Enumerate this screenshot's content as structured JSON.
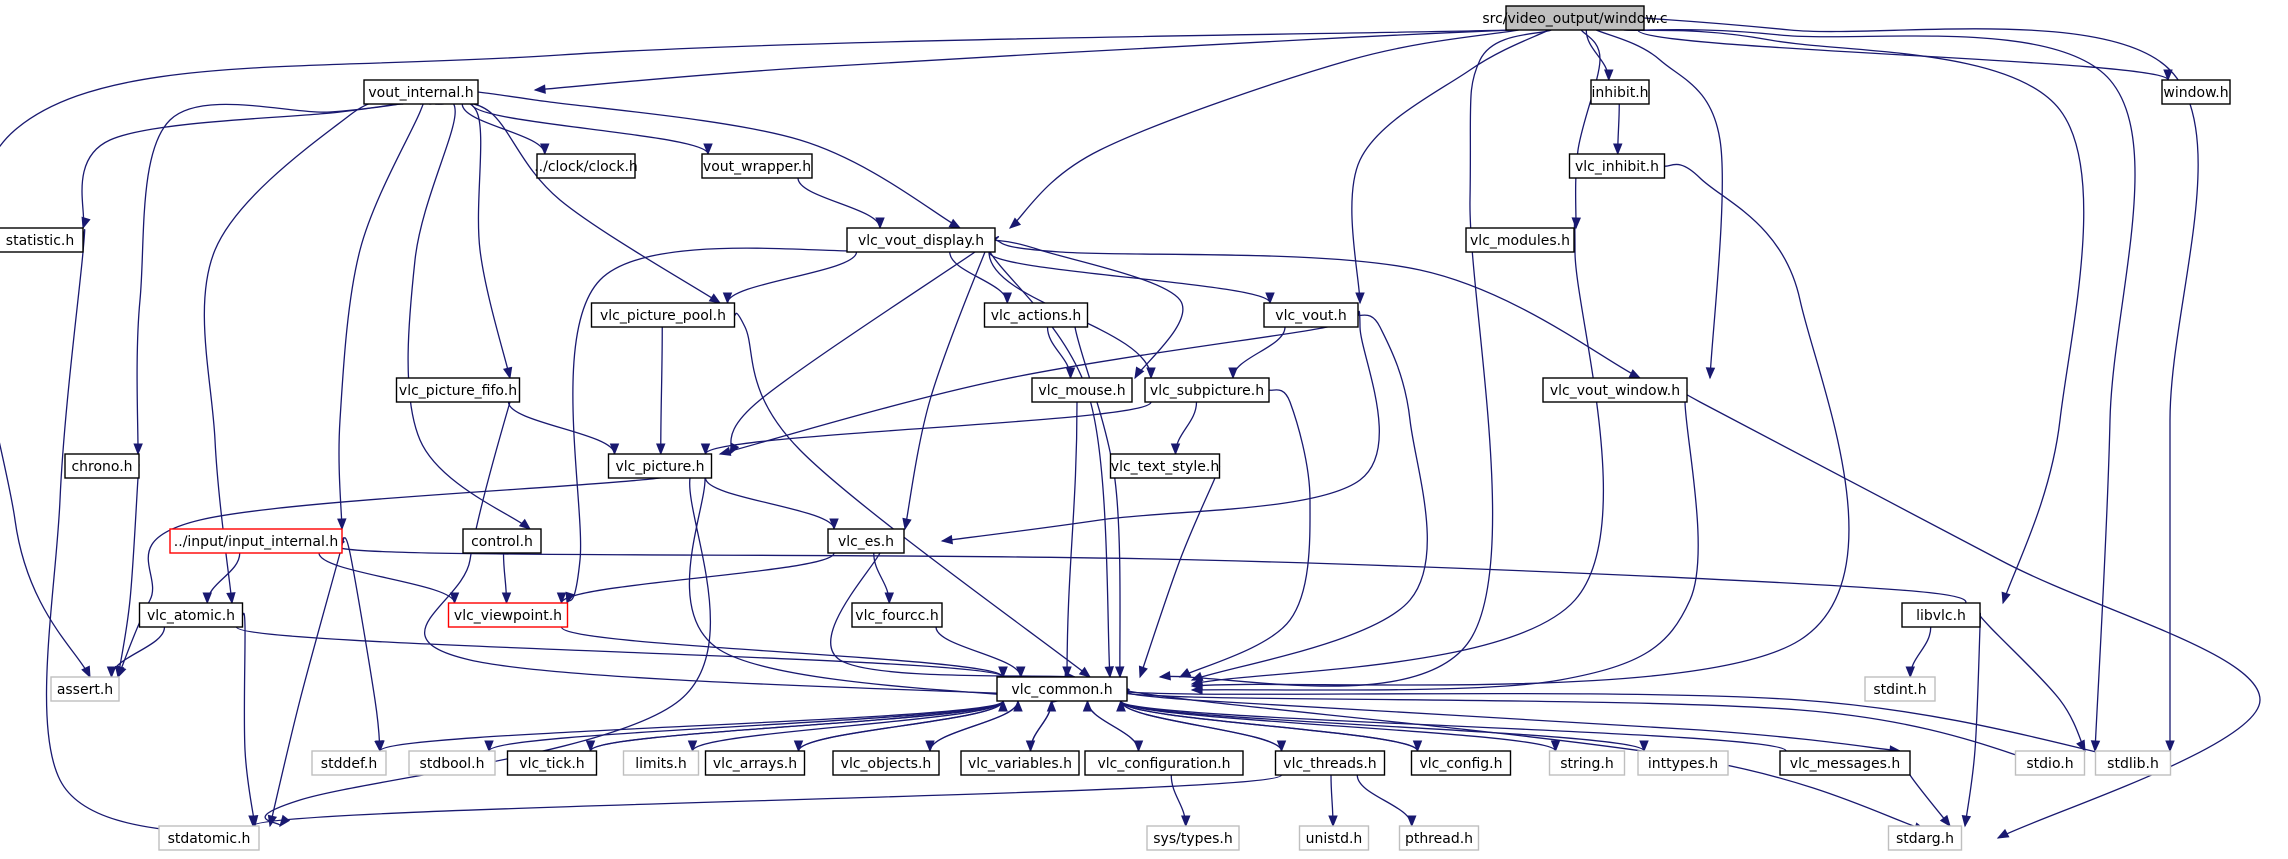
{
  "diagram": {
    "kind": "include-dependency-graph",
    "colors": {
      "edge": "#191970",
      "root_fill": "#bfbfbf",
      "node_border": "#000000",
      "truncated_border": "#ff0000",
      "system_border": "#bfbfbf"
    },
    "nodes": [
      {
        "id": "root",
        "label": "src/video_output/window.c",
        "style": "root"
      },
      {
        "id": "vout_internal",
        "label": "vout_internal.h",
        "style": "normal"
      },
      {
        "id": "inhibit",
        "label": "inhibit.h",
        "style": "normal"
      },
      {
        "id": "window_h",
        "label": "window.h",
        "style": "normal"
      },
      {
        "id": "clock",
        "label": "../clock/clock.h",
        "style": "normal"
      },
      {
        "id": "vout_wrapper",
        "label": "vout_wrapper.h",
        "style": "normal"
      },
      {
        "id": "vlc_inhibit",
        "label": "vlc_inhibit.h",
        "style": "normal"
      },
      {
        "id": "statistic",
        "label": "statistic.h",
        "style": "normal"
      },
      {
        "id": "vlc_vout_display",
        "label": "vlc_vout_display.h",
        "style": "normal"
      },
      {
        "id": "vlc_modules",
        "label": "vlc_modules.h",
        "style": "normal"
      },
      {
        "id": "vlc_picture_pool",
        "label": "vlc_picture_pool.h",
        "style": "normal"
      },
      {
        "id": "vlc_actions",
        "label": "vlc_actions.h",
        "style": "normal"
      },
      {
        "id": "vlc_vout",
        "label": "vlc_vout.h",
        "style": "normal"
      },
      {
        "id": "vlc_picture_fifo",
        "label": "vlc_picture_fifo.h",
        "style": "normal"
      },
      {
        "id": "vlc_mouse",
        "label": "vlc_mouse.h",
        "style": "normal"
      },
      {
        "id": "vlc_subpicture",
        "label": "vlc_subpicture.h",
        "style": "normal"
      },
      {
        "id": "vlc_vout_window",
        "label": "vlc_vout_window.h",
        "style": "normal"
      },
      {
        "id": "chrono",
        "label": "chrono.h",
        "style": "normal"
      },
      {
        "id": "vlc_picture",
        "label": "vlc_picture.h",
        "style": "normal"
      },
      {
        "id": "vlc_text_style",
        "label": "vlc_text_style.h",
        "style": "normal"
      },
      {
        "id": "input_internal",
        "label": "../input/input_internal.h",
        "style": "truncated"
      },
      {
        "id": "control",
        "label": "control.h",
        "style": "normal"
      },
      {
        "id": "vlc_es",
        "label": "vlc_es.h",
        "style": "normal"
      },
      {
        "id": "vlc_atomic",
        "label": "vlc_atomic.h",
        "style": "normal"
      },
      {
        "id": "vlc_viewpoint",
        "label": "vlc_viewpoint.h",
        "style": "truncated"
      },
      {
        "id": "vlc_fourcc",
        "label": "vlc_fourcc.h",
        "style": "normal"
      },
      {
        "id": "libvlc",
        "label": "libvlc.h",
        "style": "normal"
      },
      {
        "id": "assert",
        "label": "assert.h",
        "style": "system"
      },
      {
        "id": "vlc_common",
        "label": "vlc_common.h",
        "style": "normal"
      },
      {
        "id": "stdint",
        "label": "stdint.h",
        "style": "system"
      },
      {
        "id": "stddef",
        "label": "stddef.h",
        "style": "system"
      },
      {
        "id": "stdbool",
        "label": "stdbool.h",
        "style": "system"
      },
      {
        "id": "vlc_tick",
        "label": "vlc_tick.h",
        "style": "normal"
      },
      {
        "id": "limits",
        "label": "limits.h",
        "style": "system"
      },
      {
        "id": "vlc_arrays",
        "label": "vlc_arrays.h",
        "style": "normal"
      },
      {
        "id": "vlc_objects",
        "label": "vlc_objects.h",
        "style": "normal"
      },
      {
        "id": "vlc_variables",
        "label": "vlc_variables.h",
        "style": "normal"
      },
      {
        "id": "vlc_configuration",
        "label": "vlc_configuration.h",
        "style": "normal"
      },
      {
        "id": "vlc_threads",
        "label": "vlc_threads.h",
        "style": "normal"
      },
      {
        "id": "vlc_config",
        "label": "vlc_config.h",
        "style": "normal"
      },
      {
        "id": "string",
        "label": "string.h",
        "style": "system"
      },
      {
        "id": "inttypes",
        "label": "inttypes.h",
        "style": "system"
      },
      {
        "id": "vlc_messages",
        "label": "vlc_messages.h",
        "style": "normal"
      },
      {
        "id": "stdio",
        "label": "stdio.h",
        "style": "system"
      },
      {
        "id": "stdlib",
        "label": "stdlib.h",
        "style": "system"
      },
      {
        "id": "stdatomic",
        "label": "stdatomic.h",
        "style": "system"
      },
      {
        "id": "sys_types",
        "label": "sys/types.h",
        "style": "system"
      },
      {
        "id": "unistd",
        "label": "unistd.h",
        "style": "system"
      },
      {
        "id": "pthread",
        "label": "pthread.h",
        "style": "system"
      },
      {
        "id": "stdarg",
        "label": "stdarg.h",
        "style": "system"
      }
    ],
    "edges": [
      [
        "root",
        "vout_internal"
      ],
      [
        "root",
        "inhibit"
      ],
      [
        "root",
        "window_h"
      ],
      [
        "root",
        "vlc_vout_display"
      ],
      [
        "root",
        "vlc_modules"
      ],
      [
        "root",
        "vlc_vout"
      ],
      [
        "root",
        "vlc_vout_window"
      ],
      [
        "root",
        "libvlc"
      ],
      [
        "root",
        "assert"
      ],
      [
        "root",
        "vlc_common"
      ],
      [
        "root",
        "stdio"
      ],
      [
        "root",
        "stdlib"
      ],
      [
        "vout_internal",
        "clock"
      ],
      [
        "vout_internal",
        "vout_wrapper"
      ],
      [
        "vout_internal",
        "statistic"
      ],
      [
        "vout_internal",
        "vlc_vout_display"
      ],
      [
        "vout_internal",
        "vlc_picture_pool"
      ],
      [
        "vout_internal",
        "vlc_picture_fifo"
      ],
      [
        "vout_internal",
        "chrono"
      ],
      [
        "vout_internal",
        "input_internal"
      ],
      [
        "vout_internal",
        "control"
      ],
      [
        "vout_internal",
        "vlc_atomic"
      ],
      [
        "inhibit",
        "vlc_inhibit"
      ],
      [
        "vlc_inhibit",
        "vlc_common"
      ],
      [
        "vout_wrapper",
        "vlc_vout_display"
      ],
      [
        "statistic",
        "stdatomic"
      ],
      [
        "vlc_vout_display",
        "vlc_picture_pool"
      ],
      [
        "vlc_vout_display",
        "vlc_actions"
      ],
      [
        "vlc_vout_display",
        "vlc_vout"
      ],
      [
        "vlc_vout_display",
        "vlc_mouse"
      ],
      [
        "vlc_vout_display",
        "vlc_subpicture"
      ],
      [
        "vlc_vout_display",
        "vlc_vout_window"
      ],
      [
        "vlc_vout_display",
        "vlc_picture"
      ],
      [
        "vlc_vout_display",
        "vlc_es"
      ],
      [
        "vlc_vout_display",
        "vlc_viewpoint"
      ],
      [
        "vlc_vout_display",
        "vlc_common"
      ],
      [
        "vlc_modules",
        "vlc_common"
      ],
      [
        "vlc_picture_pool",
        "vlc_picture"
      ],
      [
        "vlc_picture_pool",
        "vlc_common"
      ],
      [
        "vlc_actions",
        "vlc_mouse"
      ],
      [
        "vlc_actions",
        "vlc_common"
      ],
      [
        "vlc_vout",
        "vlc_subpicture"
      ],
      [
        "vlc_vout",
        "vlc_picture"
      ],
      [
        "vlc_vout",
        "vlc_es"
      ],
      [
        "vlc_vout",
        "vlc_common"
      ],
      [
        "vlc_picture_fifo",
        "vlc_picture"
      ],
      [
        "vlc_picture_fifo",
        "vlc_common"
      ],
      [
        "vlc_mouse",
        "vlc_common"
      ],
      [
        "vlc_subpicture",
        "vlc_picture"
      ],
      [
        "vlc_subpicture",
        "vlc_text_style"
      ],
      [
        "vlc_subpicture",
        "vlc_common"
      ],
      [
        "vlc_vout_window",
        "vlc_common"
      ],
      [
        "vlc_vout_window",
        "stdarg"
      ],
      [
        "chrono",
        "assert"
      ],
      [
        "vlc_picture",
        "vlc_es"
      ],
      [
        "vlc_picture",
        "vlc_common"
      ],
      [
        "vlc_picture",
        "assert"
      ],
      [
        "vlc_picture",
        "stdatomic"
      ],
      [
        "vlc_text_style",
        "vlc_common"
      ],
      [
        "input_internal",
        "vlc_atomic"
      ],
      [
        "input_internal",
        "vlc_viewpoint"
      ],
      [
        "input_internal",
        "libvlc"
      ],
      [
        "input_internal",
        "stddef"
      ],
      [
        "input_internal",
        "stdatomic"
      ],
      [
        "control",
        "vlc_viewpoint"
      ],
      [
        "vlc_es",
        "vlc_viewpoint"
      ],
      [
        "vlc_es",
        "vlc_fourcc"
      ],
      [
        "vlc_es",
        "vlc_common"
      ],
      [
        "vlc_atomic",
        "assert"
      ],
      [
        "vlc_atomic",
        "stdatomic"
      ],
      [
        "vlc_atomic",
        "vlc_common"
      ],
      [
        "vlc_viewpoint",
        "vlc_common"
      ],
      [
        "vlc_fourcc",
        "vlc_common"
      ],
      [
        "libvlc",
        "stdint"
      ],
      [
        "libvlc",
        "stdio"
      ],
      [
        "libvlc",
        "stdarg"
      ],
      [
        "vlc_common",
        "stddef"
      ],
      [
        "vlc_common",
        "stdbool"
      ],
      [
        "vlc_common",
        "vlc_tick"
      ],
      [
        "vlc_common",
        "limits"
      ],
      [
        "vlc_common",
        "vlc_arrays"
      ],
      [
        "vlc_common",
        "vlc_objects"
      ],
      [
        "vlc_common",
        "vlc_variables"
      ],
      [
        "vlc_common",
        "vlc_configuration"
      ],
      [
        "vlc_common",
        "vlc_threads"
      ],
      [
        "vlc_common",
        "vlc_config"
      ],
      [
        "vlc_common",
        "string"
      ],
      [
        "vlc_common",
        "inttypes"
      ],
      [
        "vlc_common",
        "vlc_messages"
      ],
      [
        "vlc_common",
        "stdio"
      ],
      [
        "vlc_common",
        "stdlib"
      ],
      [
        "vlc_common",
        "stdarg"
      ],
      [
        "vlc_tick",
        "vlc_common"
      ],
      [
        "vlc_arrays",
        "vlc_common"
      ],
      [
        "vlc_objects",
        "vlc_common"
      ],
      [
        "vlc_variables",
        "vlc_common"
      ],
      [
        "vlc_configuration",
        "vlc_common"
      ],
      [
        "vlc_configuration",
        "sys_types"
      ],
      [
        "vlc_threads",
        "vlc_common"
      ],
      [
        "vlc_threads",
        "stdatomic"
      ],
      [
        "vlc_threads",
        "unistd"
      ],
      [
        "vlc_threads",
        "pthread"
      ],
      [
        "vlc_config",
        "vlc_common"
      ],
      [
        "vlc_messages",
        "vlc_common"
      ],
      [
        "vlc_messages",
        "stdarg"
      ]
    ]
  }
}
